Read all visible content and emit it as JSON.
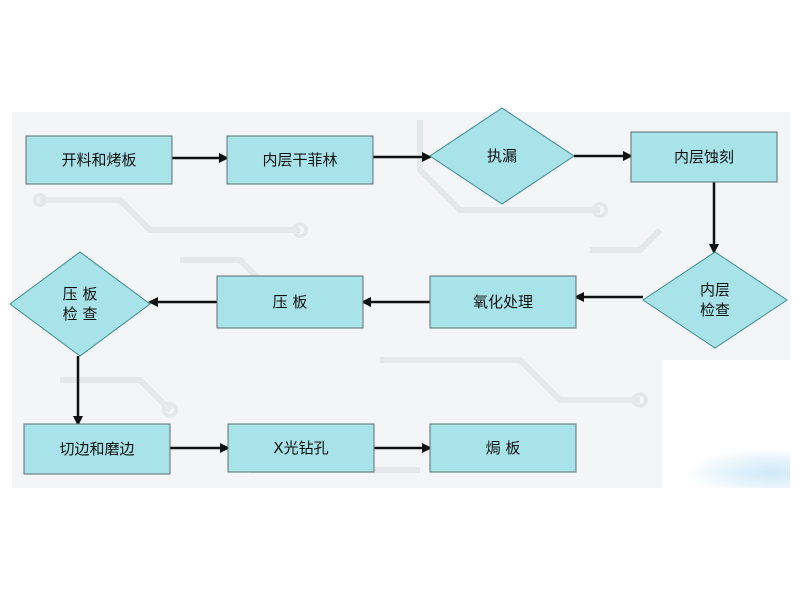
{
  "diagram": {
    "nodes": [
      {
        "id": "n1",
        "label": "开料和烤板",
        "shape": "rect"
      },
      {
        "id": "n2",
        "label": "内层干菲林",
        "shape": "rect"
      },
      {
        "id": "n3",
        "label": "执漏",
        "shape": "diamond"
      },
      {
        "id": "n4",
        "label": "内层蚀刻",
        "shape": "rect"
      },
      {
        "id": "n5",
        "label": "内层\n检查",
        "shape": "diamond"
      },
      {
        "id": "n6",
        "label": "氧化处理",
        "shape": "rect"
      },
      {
        "id": "n7",
        "label": "压 板",
        "shape": "rect"
      },
      {
        "id": "n8",
        "label": "压 板\n检 查",
        "shape": "diamond"
      },
      {
        "id": "n9",
        "label": "切边和磨边",
        "shape": "rect"
      },
      {
        "id": "n10",
        "label": "X光钻孔",
        "shape": "rect"
      },
      {
        "id": "n11",
        "label": "焗 板",
        "shape": "rect"
      }
    ],
    "edges": [
      {
        "from": "n1",
        "to": "n2"
      },
      {
        "from": "n2",
        "to": "n3"
      },
      {
        "from": "n3",
        "to": "n4"
      },
      {
        "from": "n4",
        "to": "n5"
      },
      {
        "from": "n5",
        "to": "n6"
      },
      {
        "from": "n6",
        "to": "n7"
      },
      {
        "from": "n7",
        "to": "n8"
      },
      {
        "from": "n8",
        "to": "n9"
      },
      {
        "from": "n9",
        "to": "n10"
      },
      {
        "from": "n10",
        "to": "n11"
      }
    ],
    "colors": {
      "node_fill": "#a9e3ea",
      "arrow": "#111111",
      "background_band": "#f3f5f6"
    }
  }
}
